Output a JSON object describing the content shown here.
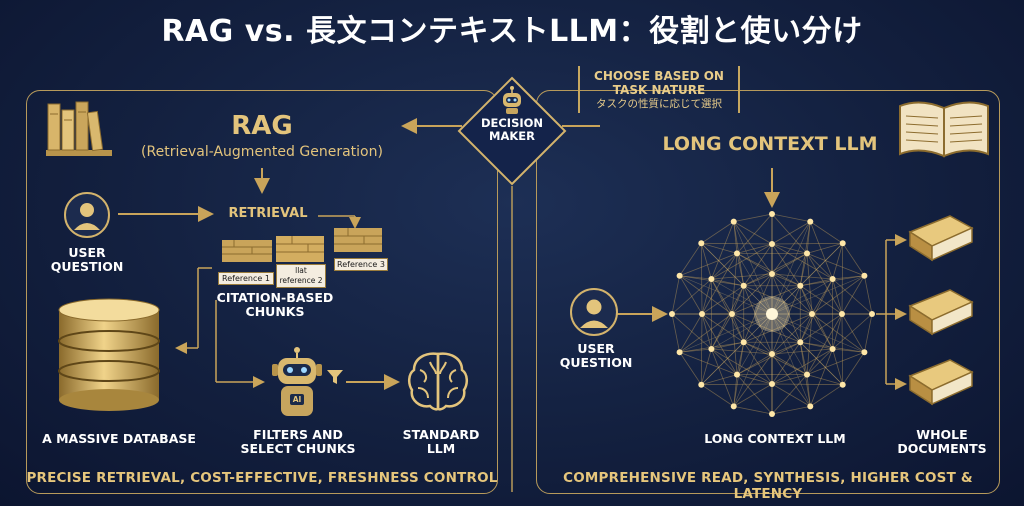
{
  "title": "RAG vs. 長文コンテキストLLM：役割と使い分け",
  "decision": {
    "label_line1": "DECISION",
    "label_line2": "MAKER",
    "choose_line1": "CHOOSE BASED ON",
    "choose_line2": "TASK NATURE",
    "choose_jp": "タスクの性質に応じて選択"
  },
  "rag": {
    "title": "RAG",
    "subtitle": "(Retrieval-Augmented Generation)",
    "user_q_line1": "USER",
    "user_q_line2": "QUESTION",
    "retrieval": "RETRIEVAL",
    "refs": [
      "Reference 1",
      "llat reference 2",
      "Reference 3"
    ],
    "citation_line1": "CITATION-BASED",
    "citation_line2": "CHUNKS",
    "database": "A MASSIVE DATABASE",
    "filters_line1": "FILTERS AND",
    "filters_line2": "SELECT CHUNKS",
    "ai_badge": "AI",
    "standard_line1": "STANDARD",
    "standard_line2": "LLM",
    "bottom": "PRECISE RETRIEVAL, COST-EFFECTIVE, FRESHNESS CONTROL"
  },
  "lc": {
    "title": "LONG CONTEXT LLM",
    "user_q_line1": "USER",
    "user_q_line2": "QUESTION",
    "network_label": "LONG CONTEXT LLM",
    "whole_line1": "WHOLE",
    "whole_line2": "DOCUMENTS",
    "bottom": "COMPREHENSIVE READ, SYNTHESIS, HIGHER COST & LATENCY"
  },
  "colors": {
    "gold": "#e3c47c",
    "line_gold": "#c9a45a",
    "background": "#13203f"
  },
  "icons": [
    "books-icon",
    "open-book-icon",
    "robot-icon",
    "user-icon",
    "database-icon",
    "brain-icon",
    "funnel-icon",
    "neural-network-icon",
    "book-icon"
  ]
}
